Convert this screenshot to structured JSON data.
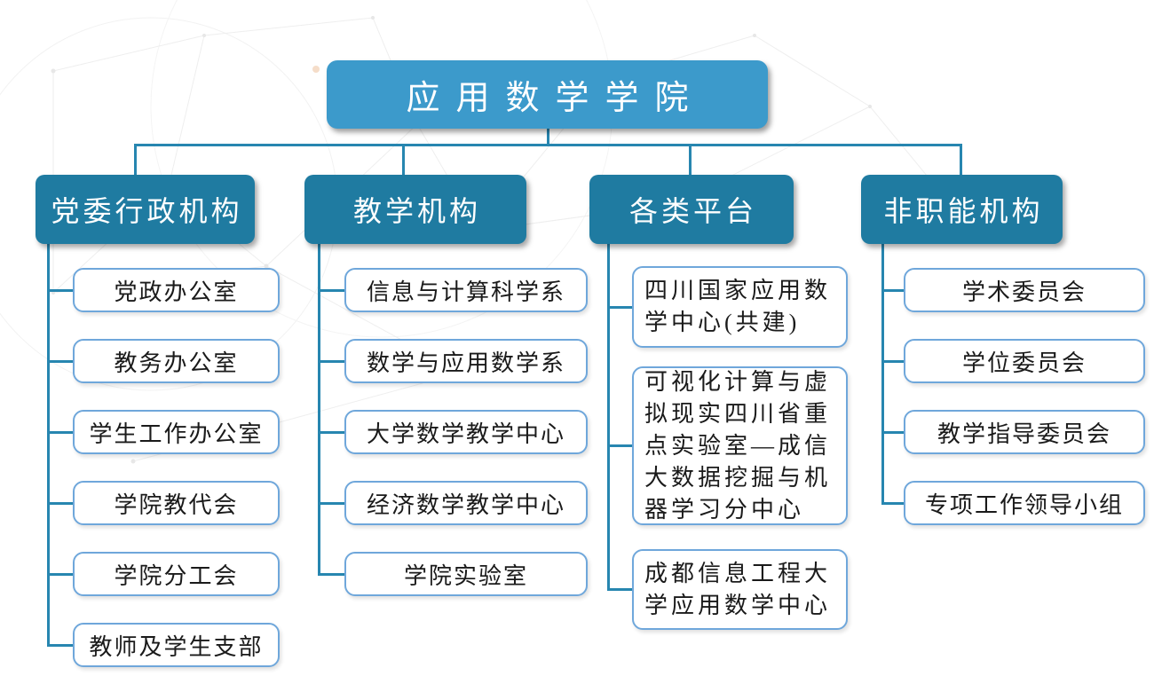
{
  "title": "应用数学学院",
  "colors": {
    "root_fill": "#3C9ACB",
    "branch_fill": "#1F7BA1",
    "connector": "#2786B0",
    "leaf_border": "#6FA7DB",
    "leaf_fill": "#FFFFFF",
    "leaf_text": "#1A1A1A",
    "node_text": "#FFFFFF"
  },
  "tree": {
    "root": "应用数学学院",
    "branches": [
      {
        "label": "党委行政机构",
        "children": [
          "党政办公室",
          "教务办公室",
          "学生工作办公室",
          "学院教代会",
          "学院分工会",
          "教师及学生支部"
        ]
      },
      {
        "label": "教学机构",
        "children": [
          "信息与计算科学系",
          "数学与应用数学系",
          "大学数学教学中心",
          "经济数学教学中心",
          "学院实验室"
        ]
      },
      {
        "label": "各类平台",
        "children": [
          "四川国家应用数学中心(共建)",
          "可视化计算与虚拟现实四川省重点实验室—成信大数据挖掘与机器学习分中心",
          "成都信息工程大学应用数学中心"
        ]
      },
      {
        "label": "非职能机构",
        "children": [
          "学术委员会",
          "学位委员会",
          "教学指导委员会",
          "专项工作领导小组"
        ]
      }
    ]
  }
}
